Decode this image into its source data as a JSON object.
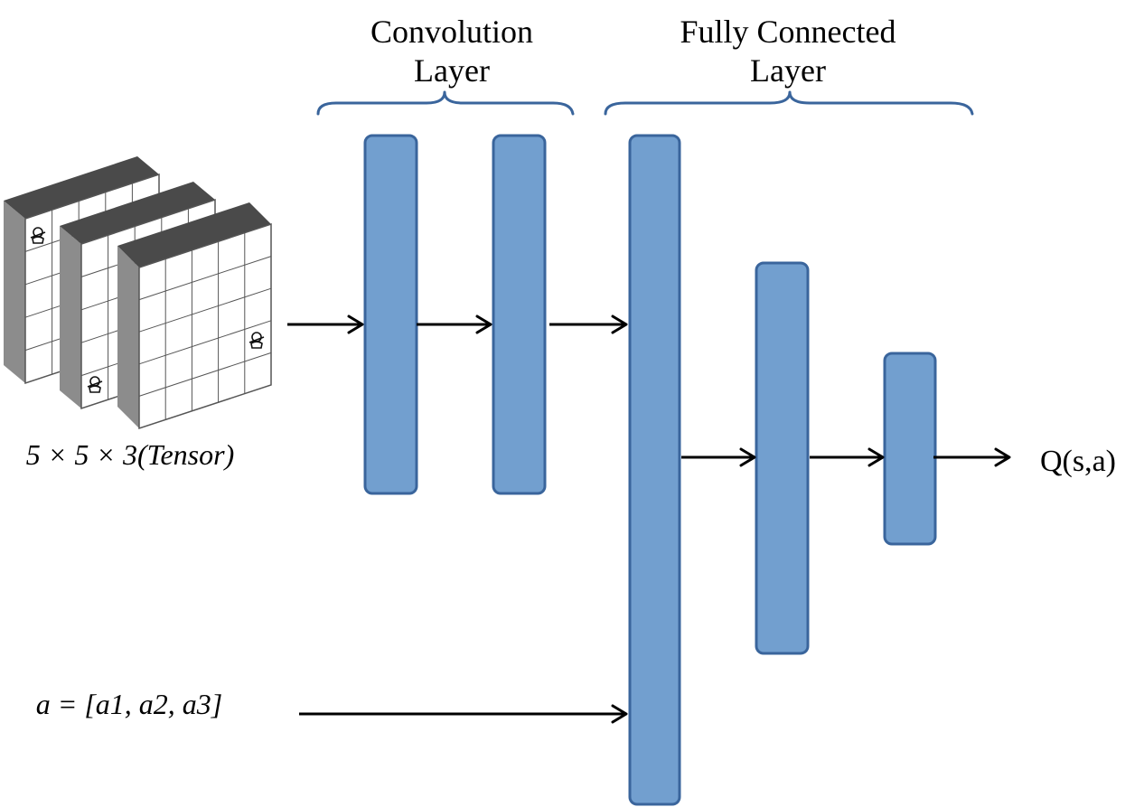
{
  "labels": {
    "conv_header_line1": "Convolution",
    "conv_header_line2": "Layer",
    "fc_header_line1": "Fully Connected",
    "fc_header_line2": "Layer",
    "input_tensor": "5 × 5 × 3(Tensor)",
    "action_input": "a = [a1, a2, a3]",
    "output": "Q(s,a)"
  },
  "colors": {
    "layer_fill": "#729fcf",
    "layer_stroke": "#3a659c",
    "brace": "#3a659c",
    "arrow": "#000000"
  },
  "icons": {
    "board_piece": "chess-piece-icon"
  }
}
